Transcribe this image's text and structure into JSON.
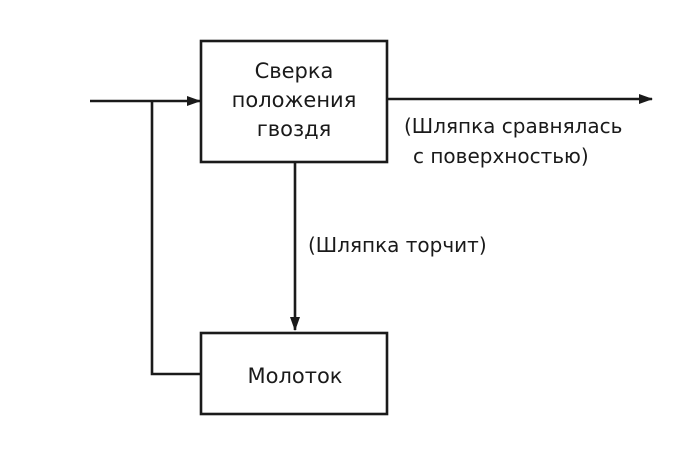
{
  "diagram": {
    "check_box": {
      "line1": "Сверка",
      "line2": "положения",
      "line3": "гвоздя"
    },
    "hammer_box": {
      "label": "Молоток"
    },
    "output_label": {
      "line1": "(Шляпка сравнялась",
      "line2": "с поверхностью)"
    },
    "loop_label": "(Шляпка торчит)",
    "colors": {
      "ink": "#1a1a1a",
      "background": "#ffffff"
    }
  }
}
